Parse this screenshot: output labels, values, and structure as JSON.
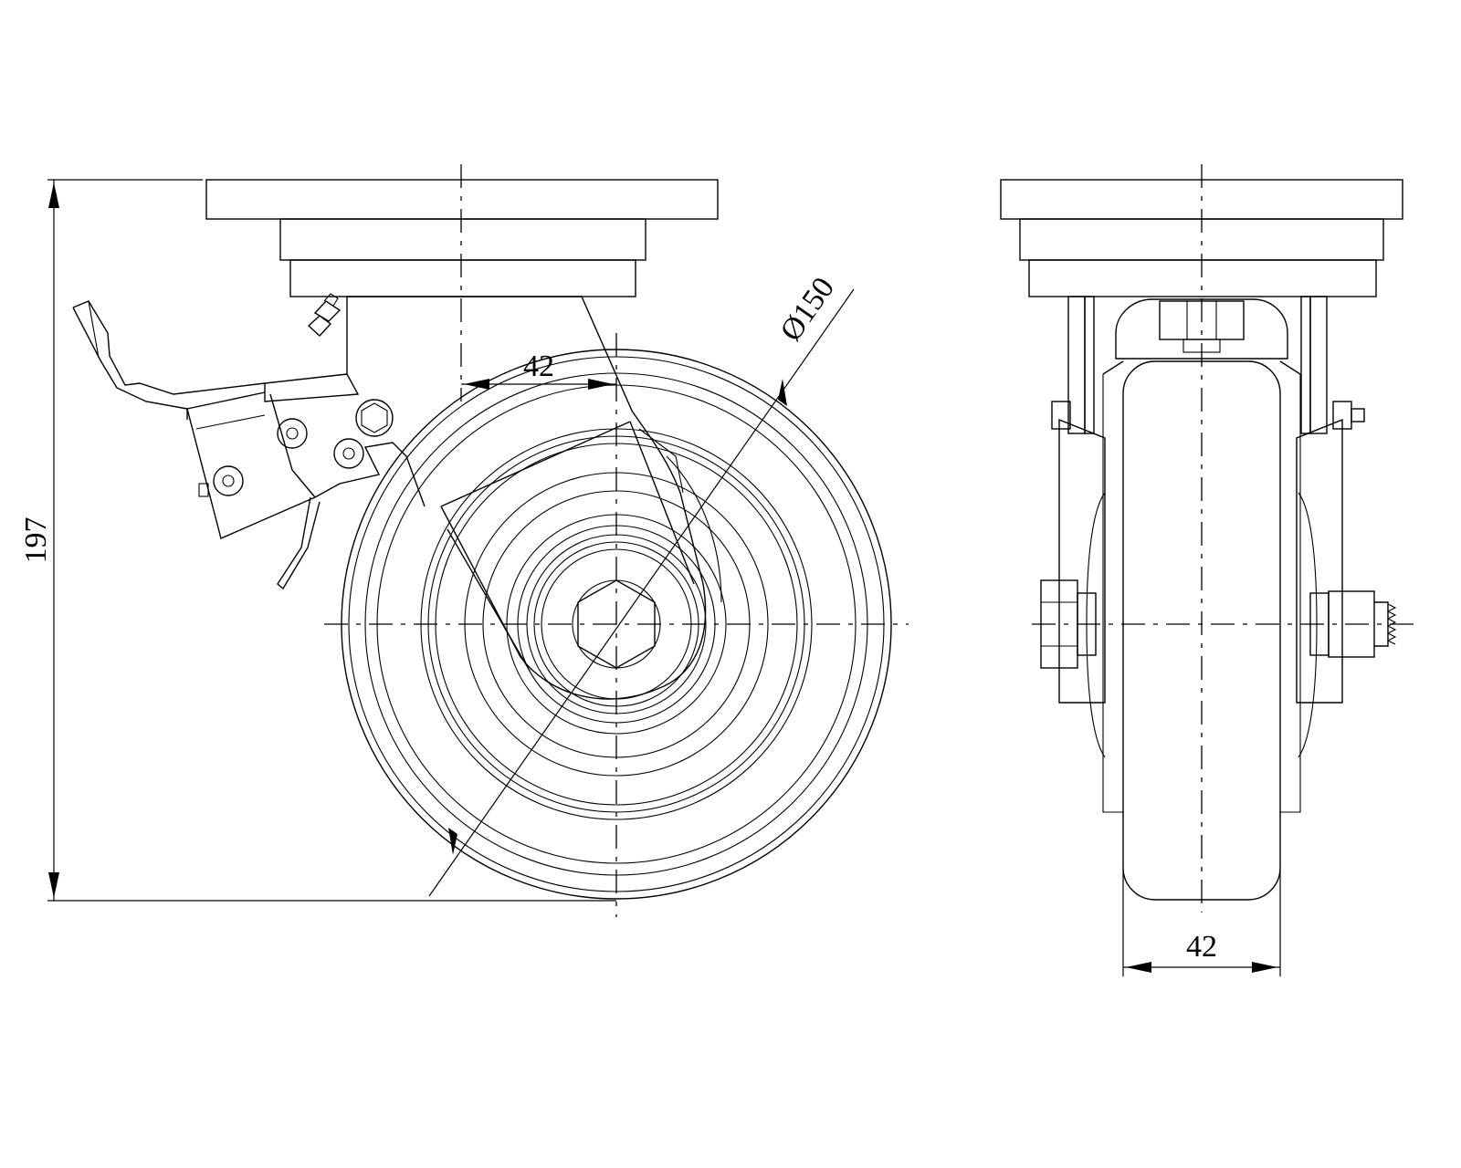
{
  "drawing": {
    "dimensions": {
      "overall_height": "197",
      "wheel_diameter": "Ø150",
      "swivel_offset": "42",
      "wheel_width": "42"
    },
    "colors": {
      "line": "#000000",
      "background": "#ffffff"
    }
  }
}
